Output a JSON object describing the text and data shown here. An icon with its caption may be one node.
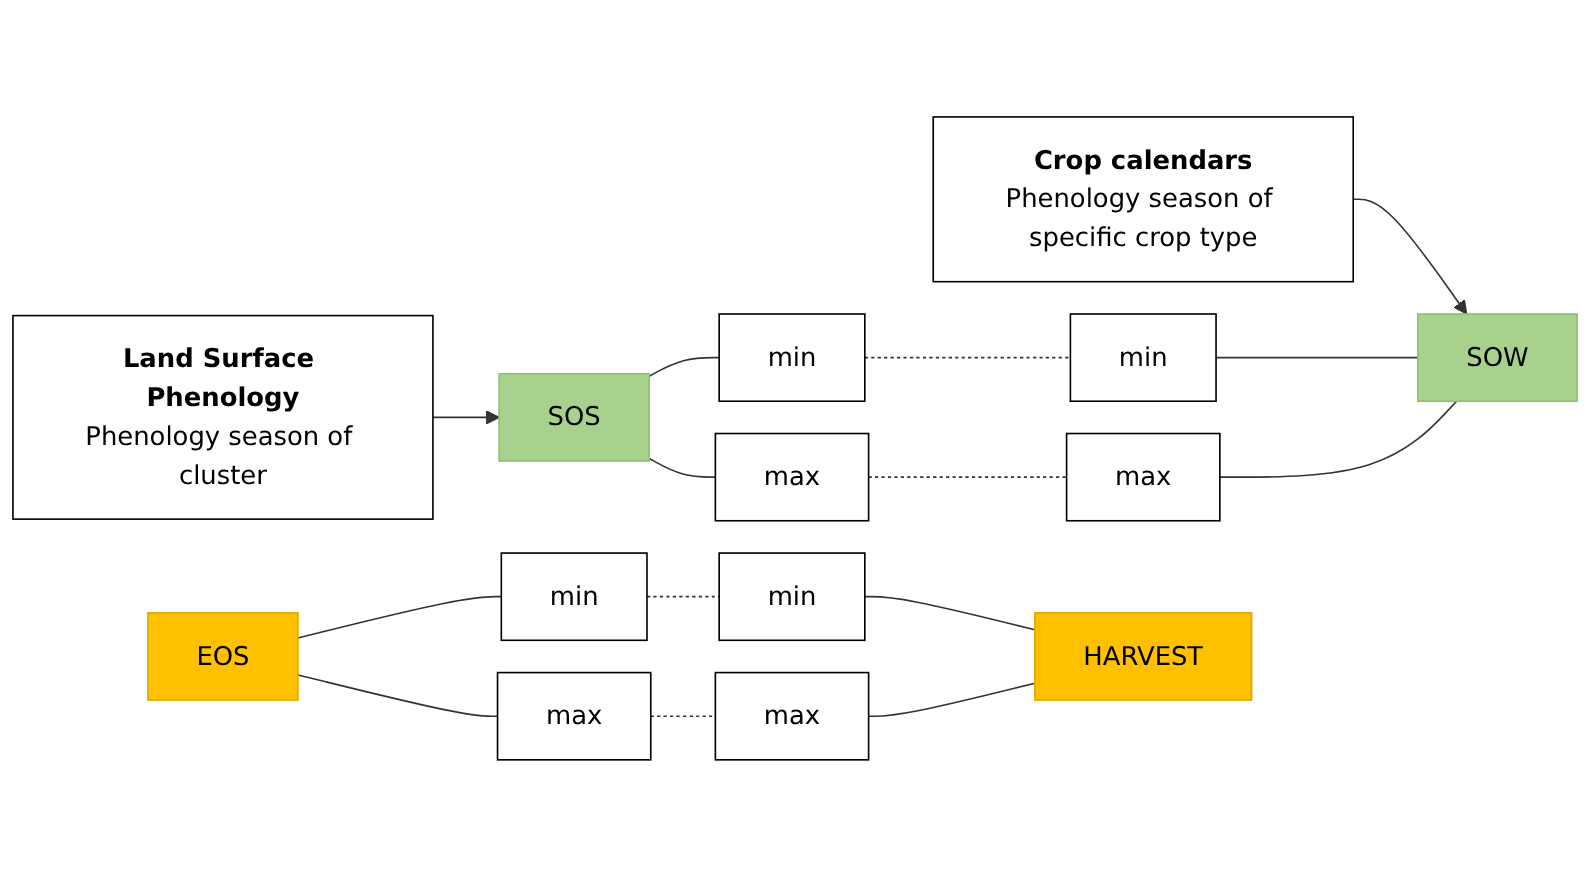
{
  "diagram": {
    "nodes": [
      {
        "text": [
          "Land Surface Phenology",
          "Phenology season of cluster"
        ]
      },
      {
        "text": [
          "Crop calendars",
          "Phenology season of specific crop type"
        ]
      },
      {
        "text": [
          "SOS"
        ]
      },
      {
        "text": [
          "min"
        ]
      },
      {
        "text": [
          "max"
        ]
      },
      {
        "text": [
          "min"
        ]
      },
      {
        "text": [
          "max"
        ]
      },
      {
        "text": [
          "SOW"
        ]
      },
      {
        "text": [
          "EOS"
        ]
      },
      {
        "text": [
          "min"
        ]
      },
      {
        "text": [
          "max"
        ]
      },
      {
        "text": [
          "min"
        ]
      },
      {
        "text": [
          "max"
        ]
      },
      {
        "text": [
          "HARVEST"
        ]
      }
    ],
    "edges": [
      {
        "from": 0,
        "to": 2,
        "arrow": "to"
      },
      {
        "from": 1,
        "to": 7,
        "arrow": "to"
      },
      {
        "from": 2,
        "to": 3,
        "arrow": "none"
      },
      {
        "from": 2,
        "to": 4,
        "arrow": "none"
      },
      {
        "from": 3,
        "to": 5,
        "arrow": "none",
        "style": "dashed"
      },
      {
        "from": 4,
        "to": 6,
        "arrow": "none",
        "style": "dashed"
      },
      {
        "from": 5,
        "to": 7,
        "arrow": "none"
      },
      {
        "from": 6,
        "to": 7,
        "arrow": "none"
      },
      {
        "from": 8,
        "to": 9,
        "arrow": "none"
      },
      {
        "from": 8,
        "to": 10,
        "arrow": "none"
      },
      {
        "from": 9,
        "to": 11,
        "arrow": "none",
        "style": "dashed"
      },
      {
        "from": 10,
        "to": 12,
        "arrow": "none",
        "style": "dashed"
      },
      {
        "from": 11,
        "to": 13,
        "arrow": "none"
      },
      {
        "from": 12,
        "to": 13,
        "arrow": "none"
      }
    ]
  }
}
